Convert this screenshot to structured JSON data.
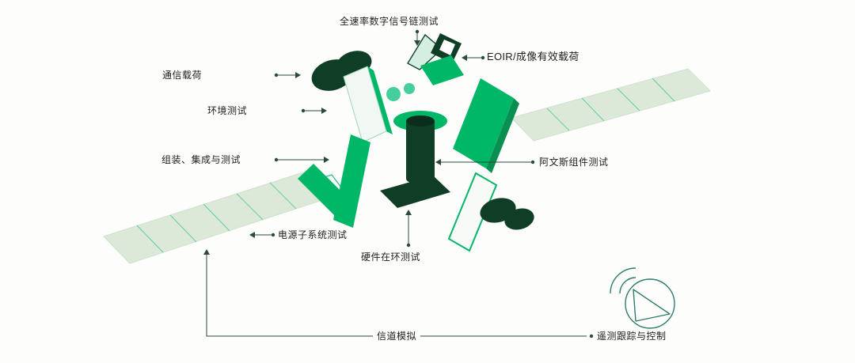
{
  "diagram": {
    "labels": {
      "full_rate": "全速率数字信号链测试",
      "eoir": "EOIR/成像有效载荷",
      "comm_payload": "通信载荷",
      "env_test": "环境测试",
      "assembly": "组装、集成与测试",
      "avionics": "阿文斯组件测试",
      "power": "电源子系统测试",
      "hil": "硬件在环测试",
      "channel_sim": "信道模拟",
      "ttc": "遥测跟踪与控制"
    },
    "colors": {
      "bright_green": "#00b768",
      "dark_green": "#0f3d26",
      "mint": "#45cf9e",
      "pale_panel": "#dce8d8",
      "panel_line": "#49c99b",
      "leader_line": "#2a4a3a",
      "ground_station": "#2e7d68",
      "text": "#1e1e1e",
      "background": "#fdfdfb"
    }
  }
}
